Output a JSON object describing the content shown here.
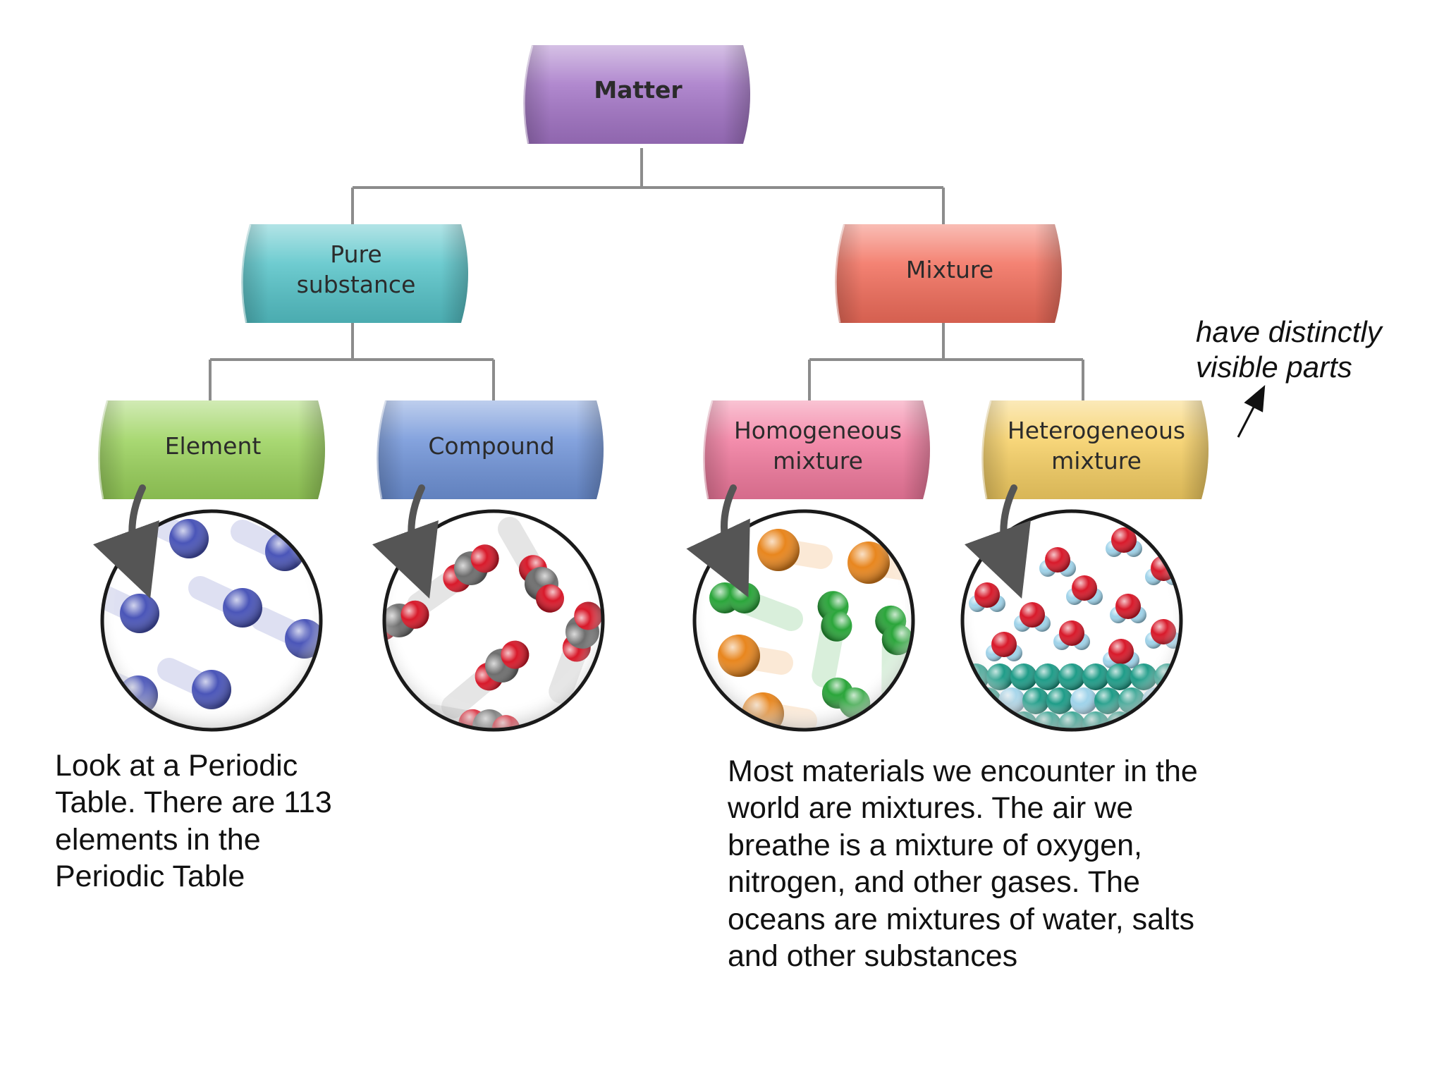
{
  "nodes": {
    "matter": {
      "label": "Matter",
      "color": "#a374c6"
    },
    "pure_substance": {
      "label": "Pure\nsubstance",
      "color": "#55c3c8"
    },
    "mixture": {
      "label": "Mixture",
      "color": "#f26d5b"
    },
    "element": {
      "label": "Element",
      "color": "#9ad25b"
    },
    "compound": {
      "label": "Compound",
      "color": "#6f93d8"
    },
    "homogeneous": {
      "label": "Homogeneous\nmixture",
      "color": "#f27a9e"
    },
    "heterogeneous": {
      "label": "Heterogeneous\nmixture",
      "color": "#f6cf63"
    }
  },
  "captions": {
    "elements": "Look at a Periodic\nTable. There are 113\nelements in the\nPeriodic Table",
    "mixtures": "Most materials we encounter in the\nworld are mixtures. The air we\nbreathe is a mixture of oxygen,\nnitrogen, and other gases. The\noceans are mixtures of water, salts\nand other substances"
  },
  "note": "have distinctly\nvisible parts",
  "colors": {
    "connector": "#8c8c8c",
    "element_atom": "#4a55b8",
    "oxygen": "#d8192a",
    "carbon": "#6e6e6e",
    "orange_particle": "#e8861e",
    "green_particle": "#2aa53a",
    "teal_particle": "#1f9c88",
    "light_blue": "#9fd3ea"
  }
}
